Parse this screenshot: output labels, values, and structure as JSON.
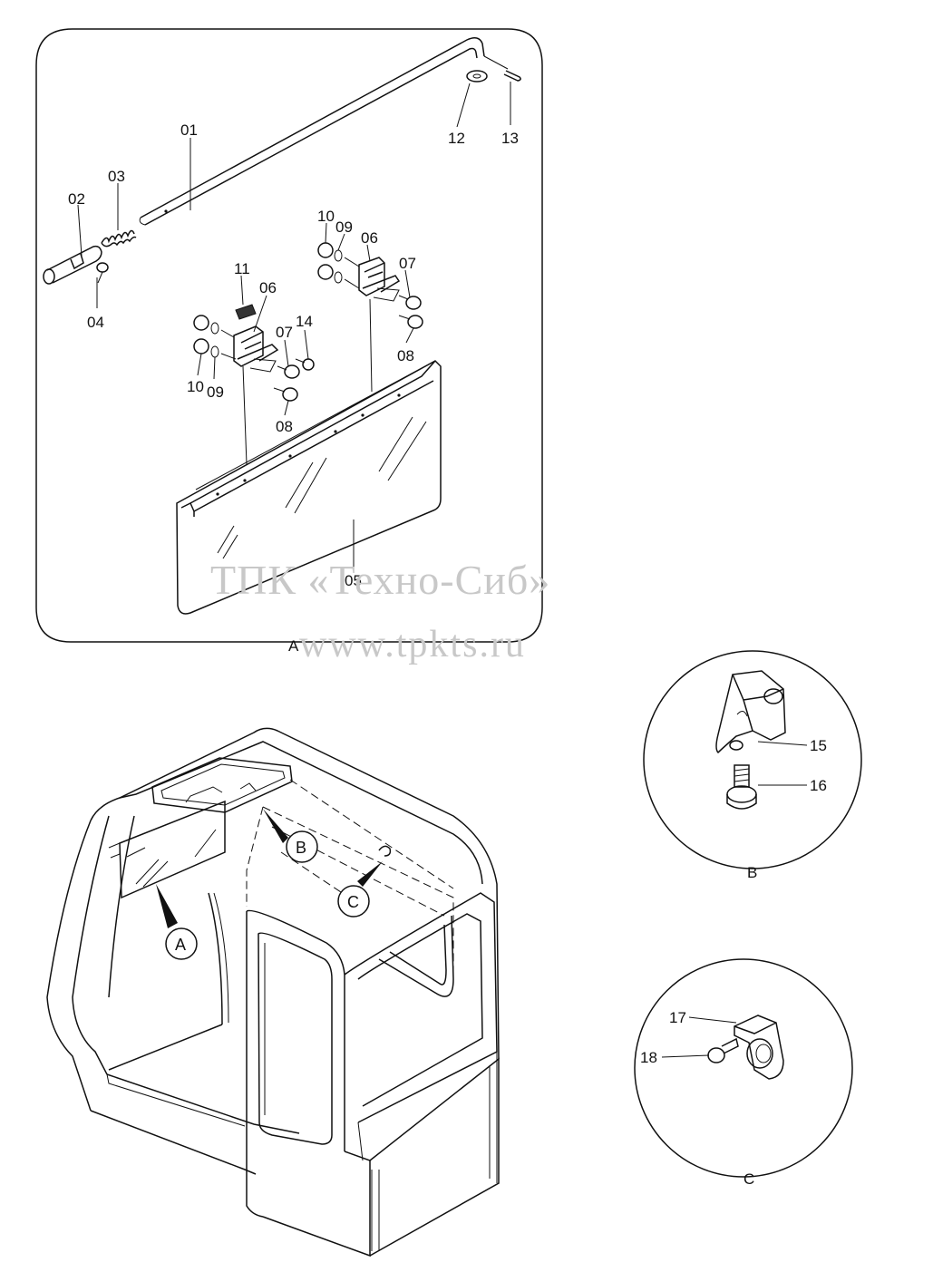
{
  "watermark": {
    "line1": "ТПК «Техно-Сиб»",
    "line2": "www.tpkts.ru"
  },
  "views": {
    "a": "A",
    "b": "B",
    "c": "C"
  },
  "callouts": {
    "a": "A",
    "b": "B",
    "c": "C"
  },
  "part_labels": {
    "p01": "01",
    "p02": "02",
    "p03": "03",
    "p04": "04",
    "p05": "05",
    "p06a": "06",
    "p06b": "06",
    "p07a": "07",
    "p07b": "07",
    "p08a": "08",
    "p08b": "08",
    "p09a": "09",
    "p09b": "09",
    "p10a": "10",
    "p10b": "10",
    "p11": "11",
    "p12": "12",
    "p13": "13",
    "p14": "14",
    "p15": "15",
    "p16": "16",
    "p17": "17",
    "p18": "18"
  }
}
